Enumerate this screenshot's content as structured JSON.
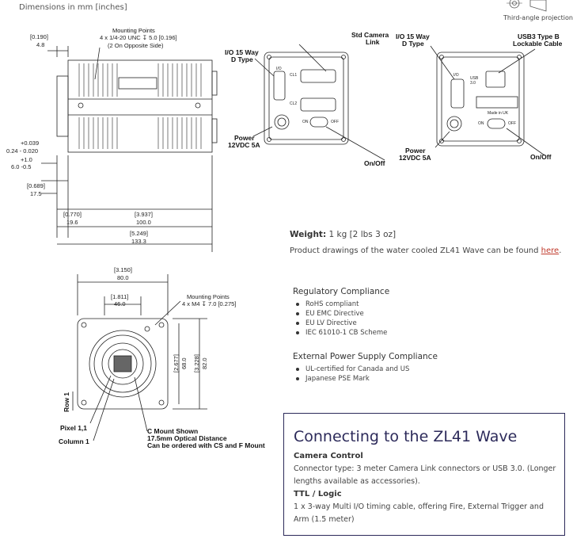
{
  "header": {
    "dimensions_note": "Dimensions in mm [inches]",
    "projection_label": "Third-angle projection"
  },
  "front_view": {
    "mounting_points_title": "Mounting Points",
    "mounting_points_spec": "4 x 1/4-20 UNC ↧ 5.0 [0.196]",
    "mounting_points_note": "(2 On Opposite Side)",
    "dim_top_in": "[0.190]",
    "dim_top_mm": "4.8",
    "dim_left_tol1": "+0.039",
    "dim_left_tol2": "0.24 - 0.020",
    "dim_left_tol3": "+1.0",
    "dim_left_tol4": "6.0 -0.5",
    "dim_left2_in": "[0.689]",
    "dim_left2_mm": "17.5",
    "dim_b1_in": "[0.770]",
    "dim_b1_mm": "19.6",
    "dim_b2_in": "[3.937]",
    "dim_b2_mm": "100.0",
    "dim_b3_in": "[5.249]",
    "dim_b3_mm": "133.3"
  },
  "rear_view_cl": {
    "io_label_1": "I/O 15 Way",
    "io_label_2": "D Type",
    "std_label_1": "Std Camera",
    "std_label_2": "Link",
    "power_label_1": "Power",
    "power_label_2": "12VDC 5A",
    "onoff_label": "On/Off",
    "cl1": "CL1",
    "cl2": "CL2",
    "io": "I/O",
    "on": "ON",
    "off": "OFF"
  },
  "rear_view_usb": {
    "io_label_1": "I/O 15 Way",
    "io_label_2": "D Type",
    "usb_label_1": "USB3 Type B",
    "usb_label_2": "Lockable Cable",
    "power_label_1": "Power",
    "power_label_2": "12VDC 5A",
    "onoff_label": "On/Off",
    "made_in": "Made in UK",
    "usb": "USB 3.0",
    "io": "I/O",
    "on": "ON",
    "off": "OFF"
  },
  "face_view": {
    "dim_top_in": "[3.150]",
    "dim_top_mm": "80.0",
    "dim_inner_in": "[1.811]",
    "dim_inner_mm": "46.0",
    "mount_title": "Mounting Points",
    "mount_spec": "4 x M4 ↧ 7.0 [0.275]",
    "dim_r1_in": "[2.677]",
    "dim_r1_mm": "68.0",
    "dim_r2_in": "[3.228]",
    "dim_r2_mm": "82.0",
    "row_label": "Row 1",
    "pixel_label": "Pixel 1,1",
    "column_label": "Column 1",
    "cmount_1": "C Mount Shown",
    "cmount_2": "17.5mm Optical Distance",
    "cmount_3": "Can be ordered with CS and F Mount"
  },
  "specs": {
    "weight_label": "Weight:",
    "weight_value": "1 kg [2 lbs 3 oz]",
    "product_note": "Product drawings of the water cooled ZL41 Wave can be found",
    "product_link": "here",
    "product_note_end": "."
  },
  "regulatory": {
    "title": "Regulatory Compliance",
    "items": [
      "RoHS compliant",
      "EU EMC Directive",
      "EU LV Directive",
      "IEC 61010-1 CB Scheme"
    ]
  },
  "power_supply": {
    "title": "External Power Supply Compliance",
    "items": [
      "UL-certified for Canada and US",
      "Japanese PSE Mark"
    ]
  },
  "connecting": {
    "title": "Connecting to the ZL41 Wave",
    "camera_control_heading": "Camera Control",
    "camera_control_text": "Connector type: 3 meter Camera Link connectors or USB 3.0. (Longer lengths available as accessories).",
    "ttl_heading": "TTL / Logic",
    "ttl_text": " 1 x 3-way Multi I/O timing cable, offering Fire, External Trigger and Arm (1.5 meter)"
  }
}
